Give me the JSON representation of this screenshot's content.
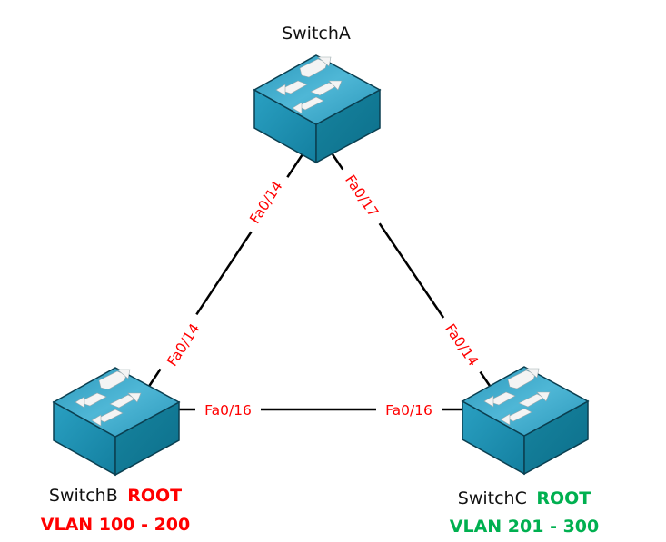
{
  "colors": {
    "port_label": "#ff0000",
    "root_b": "#ff0000",
    "root_c": "#00b050",
    "link": "#000000",
    "switch_top": "#3fa9c9",
    "switch_front": "#1e8fae",
    "switch_side": "#0f7a98",
    "switch_outline": "#0b3f50",
    "arrow": "#f2f2f2"
  },
  "switches": {
    "a": {
      "name": "SwitchA"
    },
    "b": {
      "name": "SwitchB",
      "root_label": "ROOT",
      "vlan_label": "VLAN 100 - 200"
    },
    "c": {
      "name": "SwitchC",
      "root_label": "ROOT",
      "vlan_label": "VLAN 201 - 300"
    }
  },
  "links": [
    {
      "from": "SwitchA",
      "to": "SwitchB",
      "from_port": "Fa0/14",
      "to_port": "Fa0/14"
    },
    {
      "from": "SwitchA",
      "to": "SwitchC",
      "from_port": "Fa0/17",
      "to_port": "Fa0/14"
    },
    {
      "from": "SwitchB",
      "to": "SwitchC",
      "from_port": "Fa0/16",
      "to_port": "Fa0/16"
    }
  ]
}
